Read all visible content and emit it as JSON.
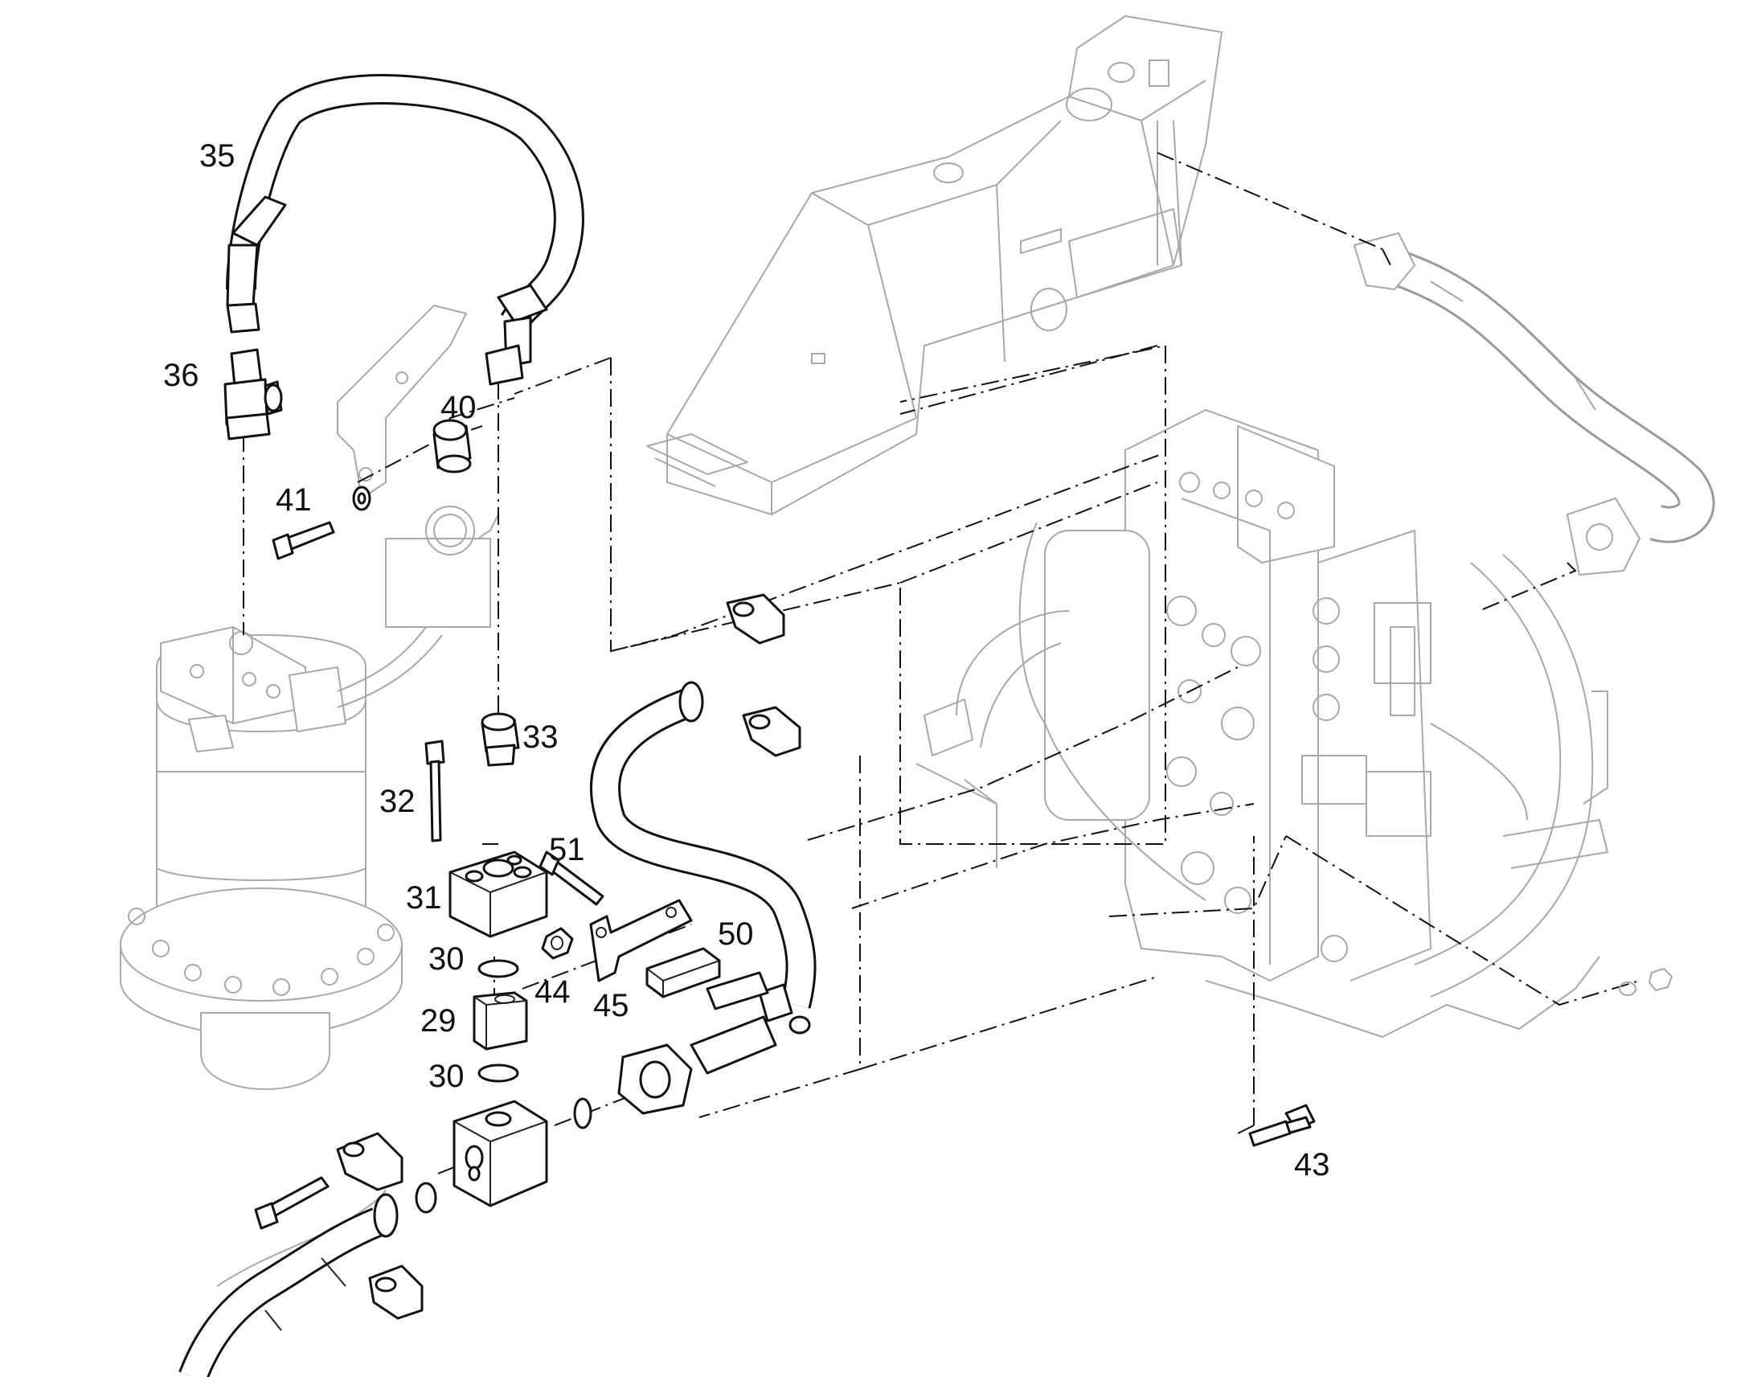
{
  "diagram": {
    "callouts": [
      {
        "id": "35",
        "text": "35"
      },
      {
        "id": "36",
        "text": "36"
      },
      {
        "id": "40",
        "text": "40"
      },
      {
        "id": "41",
        "text": "41"
      },
      {
        "id": "33",
        "text": "33"
      },
      {
        "id": "32",
        "text": "32"
      },
      {
        "id": "51",
        "text": "51"
      },
      {
        "id": "31",
        "text": "31"
      },
      {
        "id": "50",
        "text": "50"
      },
      {
        "id": "30a",
        "text": "30"
      },
      {
        "id": "44",
        "text": "44"
      },
      {
        "id": "45",
        "text": "45"
      },
      {
        "id": "29",
        "text": "29"
      },
      {
        "id": "30b",
        "text": "30"
      },
      {
        "id": "43",
        "text": "43"
      }
    ]
  }
}
